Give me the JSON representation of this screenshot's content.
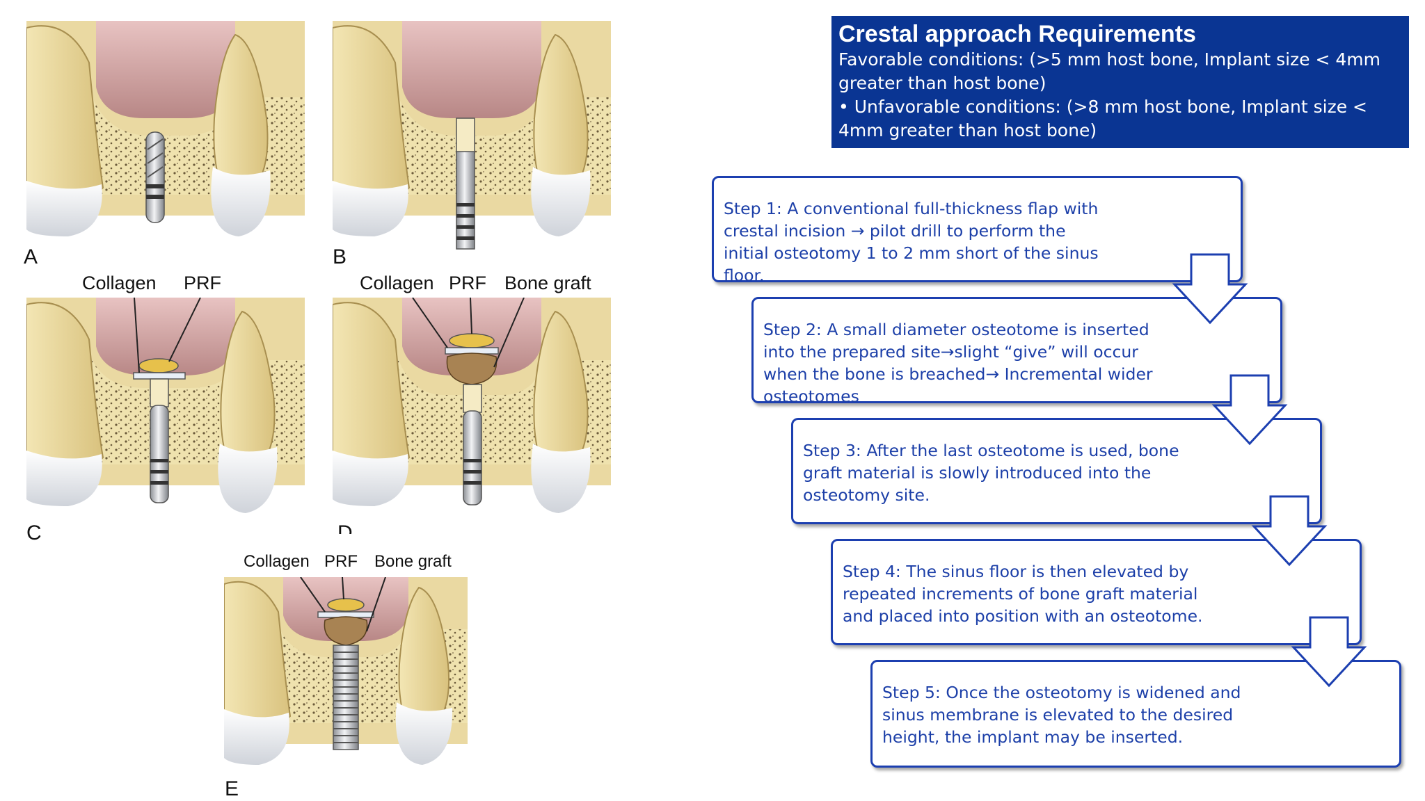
{
  "requirements": {
    "title": "Crestal approach Requirements",
    "line1": "Favorable conditions: (>5 mm host bone, Implant size < 4mm greater than host bone)",
    "line2": "• Unfavorable conditions: (>8 mm host bone, Implant size < 4mm greater than host bone)"
  },
  "steps": [
    {
      "text": "Step 1: A conventional full-thickness flap with crestal incision → pilot drill to perform the initial osteotomy 1 to 2 mm short of the sinus floor."
    },
    {
      "text": "Step 2: A small diameter osteotome is inserted into the prepared site→slight “give” will occur when the bone is breached→ Incremental wider osteotomes"
    },
    {
      "text": "Step 3: After the last osteotome is used, bone graft material is slowly introduced into the osteotomy site."
    },
    {
      "text": "Step 4: The sinus floor is then elevated by repeated increments of bone graft material and placed into position with an osteotome."
    },
    {
      "text": "Step 5: Once the osteotomy is widened and sinus membrane is elevated to the desired height, the implant may be inserted."
    }
  ],
  "figure": {
    "panels": [
      "A",
      "B",
      "C",
      "D",
      "E"
    ],
    "labels": {
      "collagen": "Collagen",
      "prf": "PRF",
      "bone_graft": "Bone graft"
    }
  },
  "colors": {
    "header_bg": "#0a3593",
    "step_border": "#1c3fb0",
    "step_text": "#1c3fa8",
    "bone": "#ede0a8",
    "sinus": "#d9a9a8",
    "tooth": "#ecd9a0"
  }
}
